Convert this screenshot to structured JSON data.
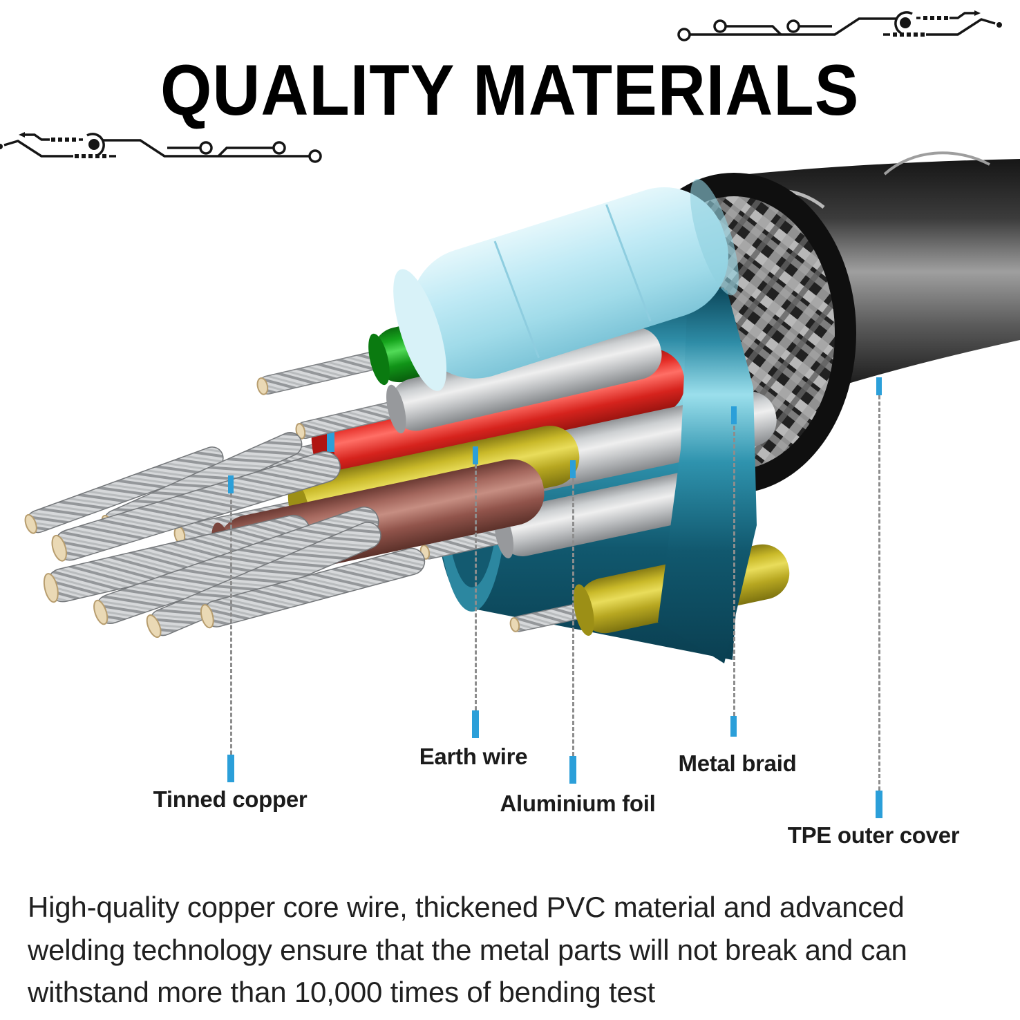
{
  "title": "QUALITY MATERIALS",
  "description": "High-quality copper core wire, thickened PVC material and advanced welding technology ensure that the metal parts will not break and can withstand more than 10,000 times of bending test",
  "decorations": {
    "top_right": "circuit-trace",
    "left": "circuit-trace-mirrored"
  },
  "diagram": {
    "type": "cable-cutaway",
    "labels": [
      {
        "id": "tinned-copper",
        "text": "Tinned copper"
      },
      {
        "id": "earth-wire",
        "text": "Earth wire"
      },
      {
        "id": "aluminium-foil",
        "text": "Aluminium foil"
      },
      {
        "id": "metal-braid",
        "text": "Metal braid"
      },
      {
        "id": "tpe-outer-cover",
        "text": "TPE outer cover"
      }
    ],
    "colors": {
      "marker_blue": "#2B9FD9",
      "leader_gray": "#8d8d8d",
      "jacket_black": "#141414",
      "foil_teal": "#2E93AE",
      "foil_pale_cyan": "#BFE9F4",
      "wire_green": "#17A81E",
      "wire_red": "#EE332C",
      "wire_yellow": "#D2C22F",
      "wire_brown": "#A96A60",
      "wire_white": "#D8DADC",
      "strand_silver": "#C9CCCE",
      "copper_tip_cream": "#EAD9B5"
    }
  }
}
